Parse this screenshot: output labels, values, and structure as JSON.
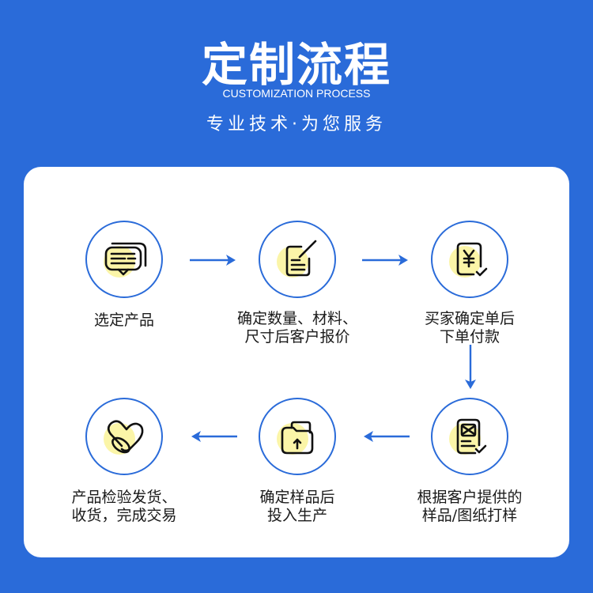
{
  "header": {
    "title": "定制流程",
    "subtitle_en": "CUSTOMIZATION PROCESS",
    "tagline": "专业技术·为您服务"
  },
  "colors": {
    "background": "#2a6bd9",
    "card": "#ffffff",
    "accent_blob": "#fbf5a8",
    "icon_stroke": "#111111",
    "text": "#1a1a1a"
  },
  "steps": [
    {
      "icon": "chat-bubble-icon",
      "line1": "选定产品",
      "line2": ""
    },
    {
      "icon": "document-edit-icon",
      "line1": "确定数量、材料、",
      "line2": "尺寸后客户报价"
    },
    {
      "icon": "yen-payment-icon",
      "line1": "买家确定单后",
      "line2": "下单付款"
    },
    {
      "icon": "sample-document-icon",
      "line1": "根据客户提供的",
      "line2": "样品/图纸打样"
    },
    {
      "icon": "folder-upload-icon",
      "line1": "确定样品后",
      "line2": "投入生产"
    },
    {
      "icon": "handshake-heart-icon",
      "line1": "产品检验发货、",
      "line2": "收货，完成交易"
    }
  ]
}
